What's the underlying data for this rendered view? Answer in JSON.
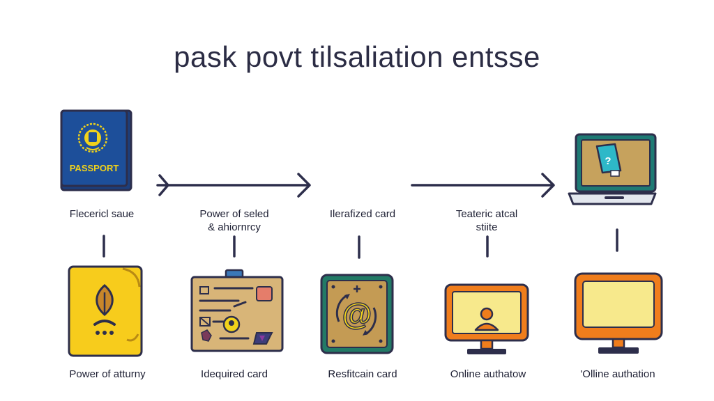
{
  "title": "pask povt tilsaliation entsse",
  "top_labels": {
    "col1": "Flecericl saue",
    "col2_line1": "Power of seled",
    "col2_line2": "& ahiornrcy",
    "col3": "Ilerafized card",
    "col4_line1": "Teateric atcal",
    "col4_line2": "stiite"
  },
  "bottom_labels": {
    "col1": "Power of atturny",
    "col2": "Idequired card",
    "col3": "Resfitcain card",
    "col4": "Online authatow",
    "col5": "'Olline authation"
  },
  "icon_text": {
    "passport": "PASSPORT",
    "laptop_glyph": "?",
    "at_sign": "@"
  },
  "colors": {
    "navy": "#2d2e4b",
    "passport_blue": "#1d4f9a",
    "passport_gold": "#f1d21a",
    "attorney_yellow": "#f7cc1c",
    "card_tan": "#d8b578",
    "laptop_teal": "#1e7a74",
    "laptop_tan": "#c6a25d",
    "monitor_orange": "#f07d1c",
    "screen_yellow": "#f7e98c",
    "at_card_teal": "#227a66"
  }
}
